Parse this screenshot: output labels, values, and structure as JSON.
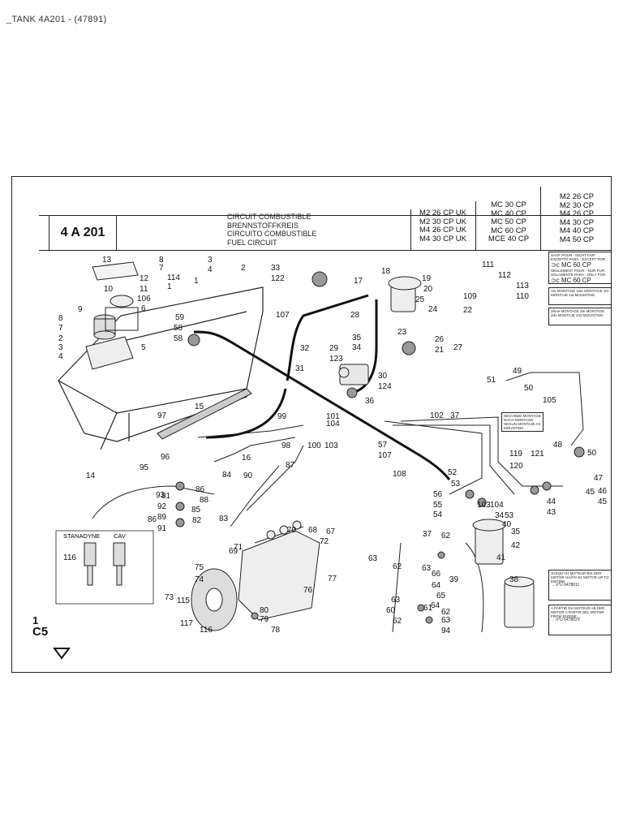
{
  "document": {
    "title": "_TANK  4A201 - (47891)"
  },
  "titleblock": {
    "code": "4 A 201",
    "names": [
      "CIRCUIT COMBUSTIBLE",
      "BRENNSTOFFKREIS",
      "CIRCUITO COMBUSTIBLE",
      "FUEL CIRCUIT"
    ],
    "columns": [
      [
        "M2 26 CP UK",
        "M2 30 CP UK",
        "M4 26 CP UK",
        "M4 30 CP UK"
      ],
      [
        "MC 30 CP",
        "MC 40 CP",
        "MC 50 CP",
        "MC 60 CP",
        "MCE 40 CP"
      ],
      [
        "M2 26 CP",
        "M2 30 CP",
        "M4 26 CP",
        "M4 30 CP",
        "M4 40 CP",
        "M4 50 CP"
      ]
    ]
  },
  "legend": {
    "diamond_open": "SAUF POUR - NICHT FUR EXCEPTO PARA - EXCEPT FOR",
    "diamond_open_model": "MC 60 CP",
    "diamond_filled": "SEULEMENT POUR - NUR FUR SOLAMENTE PARA - ONLY FOR",
    "diamond_filled_model": "MC 60 CP",
    "triangle_open": "1er MONTAGE 1ste MONTAGE 1er MONTAJE 1st MOUNTING",
    "triangle_filled": "2ème MONTAGE 2te MONTAGE 2do MONTAJE 2nd MOUNTING",
    "second_mounting": "SECONDE MONTAGE NACH MONTAGE SEGUN MONTAJE AS MOUNTING",
    "square_filled": "JUSQU'AU MOTEUR BIS DER MOTOR HASTA EL MOTOR UP TO ENGINE",
    "square_filled_serial": "6478011",
    "square_open": "A PARTIR DU MOTEUR AB DER MOTOR A PARTIR DEL MOTOR FROM ENGINE",
    "square_open_serial": "647802Y"
  },
  "labels": {
    "stanadyne": "STANADYNE",
    "cav": "CAV",
    "page_marker": [
      "1",
      "C5"
    ]
  },
  "callouts": [
    "13",
    "8",
    "7",
    "3",
    "4",
    "2",
    "1",
    "9",
    "8",
    "7",
    "2",
    "3",
    "4",
    "12",
    "11",
    "10",
    "106",
    "6",
    "5",
    "114",
    "1",
    "59",
    "58",
    "58",
    "33",
    "122",
    "17",
    "18",
    "19",
    "20",
    "111",
    "112",
    "113",
    "110",
    "109",
    "22",
    "25",
    "24",
    "23",
    "26",
    "21",
    "27",
    "107",
    "32",
    "29",
    "123",
    "31",
    "28",
    "35",
    "34",
    "30",
    "124",
    "36",
    "15",
    "97",
    "96",
    "95",
    "14",
    "16",
    "99",
    "101",
    "104",
    "98",
    "103",
    "100",
    "102",
    "37",
    "57",
    "107",
    "108",
    "49",
    "51",
    "50",
    "105",
    "48",
    "50",
    "47",
    "45",
    "46",
    "45",
    "119",
    "121",
    "120",
    "44",
    "43",
    "52",
    "53",
    "56",
    "55",
    "54",
    "103",
    "104",
    "34",
    "53",
    "40",
    "35",
    "42",
    "41",
    "38",
    "39",
    "37",
    "63",
    "62",
    "63",
    "62",
    "66",
    "64",
    "65",
    "64",
    "61",
    "62",
    "63",
    "60",
    "62",
    "63",
    "94",
    "93",
    "92",
    "89",
    "91",
    "81",
    "86",
    "88",
    "85",
    "82",
    "83",
    "84",
    "90",
    "87",
    "86",
    "69",
    "71",
    "70",
    "68",
    "67",
    "72",
    "77",
    "76",
    "75",
    "74",
    "80",
    "79",
    "78",
    "73",
    "115",
    "117",
    "116",
    "116"
  ]
}
